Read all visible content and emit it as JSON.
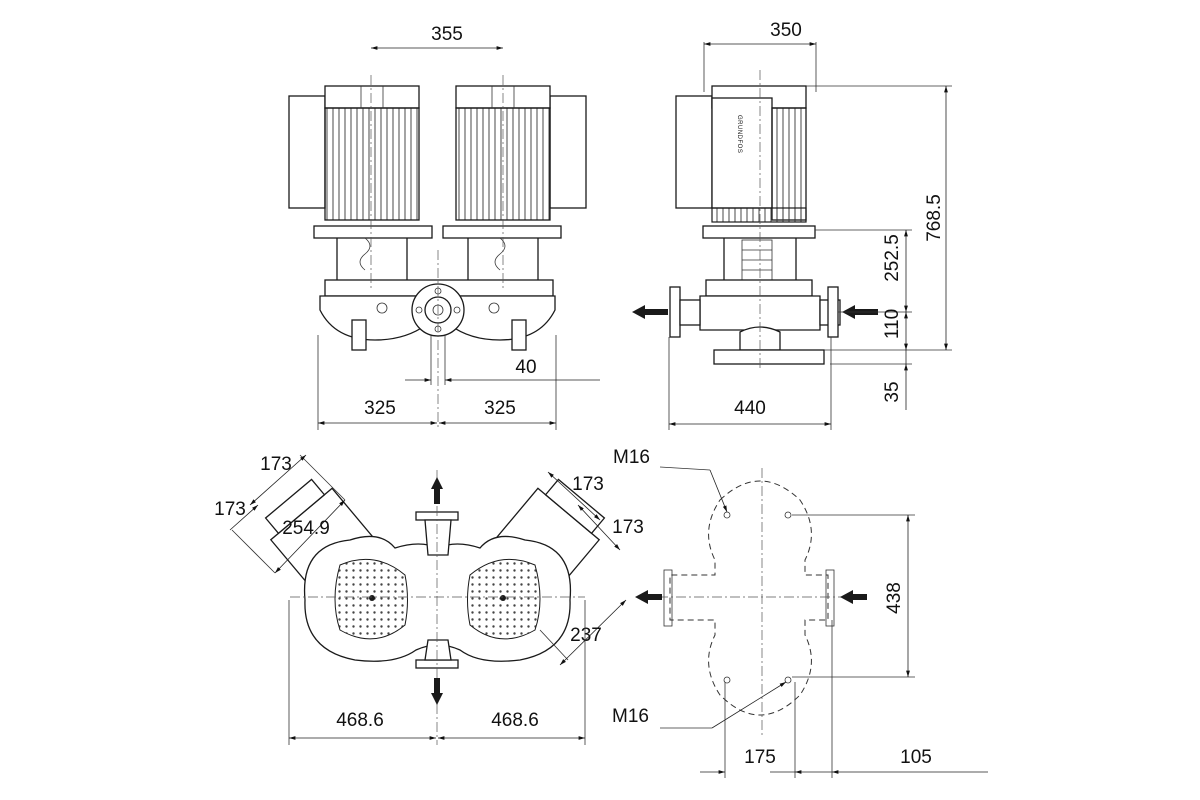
{
  "title": "Twin pump dimensional drawing",
  "front_view": {
    "motor_spacing": "355",
    "left_half_width": "325",
    "right_half_width": "325",
    "port_offset": "40"
  },
  "side_view": {
    "motor_depth": "350",
    "total_height": "768.5",
    "motor_flange_height": "252.5",
    "port_height": "110",
    "base_height": "35",
    "port_to_port": "440",
    "brand_mark": "GRUNDFOS"
  },
  "top_view": {
    "left_outer_a": "173",
    "left_outer_b": "173",
    "left_diag": "254.9",
    "right_outer_a": "173",
    "right_outer_b": "173",
    "right_diag": "237",
    "left_half_span": "468.6",
    "right_half_span": "468.6"
  },
  "base_view": {
    "bolt_label_top": "M16",
    "bolt_label_bottom": "M16",
    "bolt_spacing_vertical": "438",
    "bolt_spacing_horizontal": "175",
    "offset_to_port": "105"
  }
}
